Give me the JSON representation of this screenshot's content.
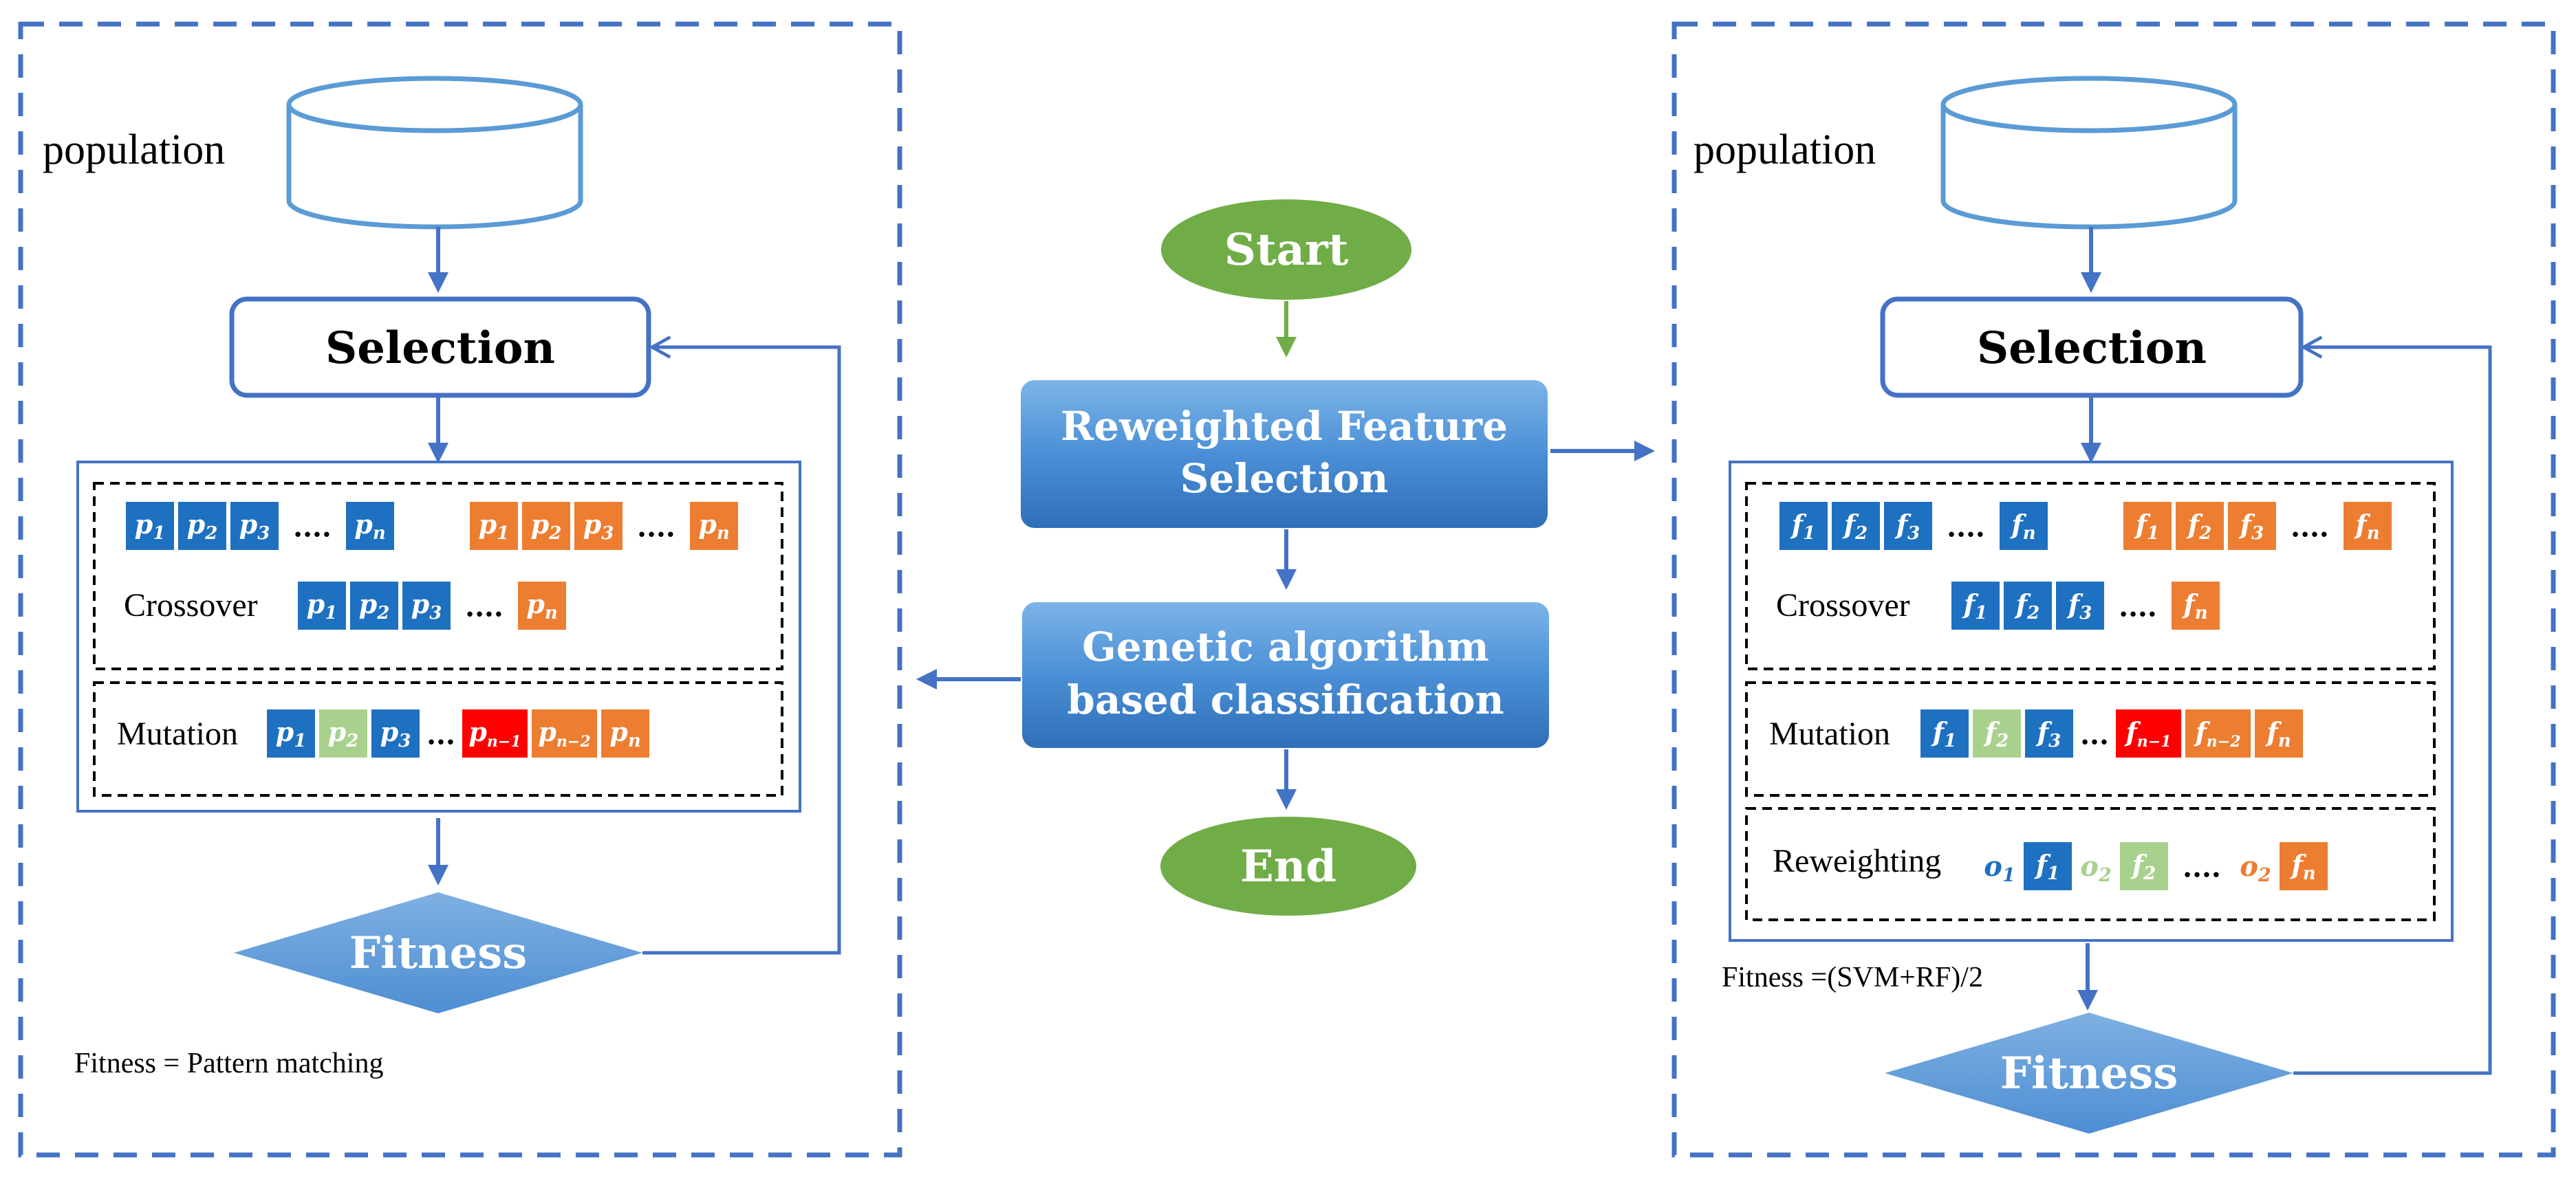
{
  "colors": {
    "blue": "#1e70c0",
    "light_green": "#a9d18e",
    "orange": "#ed7d31",
    "red": "#ff0000",
    "frame_blue": "#4472c4",
    "start_end_green": "#70ad47",
    "fitness_blue": "#5b9bd5",
    "process_blue": "#4a8fd6"
  },
  "center": {
    "start": "Start",
    "reweighted": [
      "Reweighted Feature",
      "Selection"
    ],
    "genetic": [
      "Genetic algorithm",
      "based classification"
    ],
    "end": "End"
  },
  "left_panel": {
    "population_label": "population",
    "selection_label": "Selection",
    "crossover_label": "Crossover",
    "mutation_label": "Mutation",
    "fitness_label": "Fitness",
    "fitness_formula": "Fitness = Pattern matching",
    "parent1": [
      "p1",
      "p2",
      "p3",
      "....",
      "pn"
    ],
    "parent2": [
      "p1",
      "p2",
      "p3",
      "....",
      "pn"
    ],
    "crossover_child": [
      "p1",
      "p2",
      "p3",
      "....",
      "pn"
    ],
    "mutation_child": [
      "p1",
      "p2",
      "p3",
      "...",
      "pn−1",
      "pn−2",
      "pn"
    ]
  },
  "right_panel": {
    "population_label": "population",
    "selection_label": "Selection",
    "crossover_label": "Crossover",
    "mutation_label": "Mutation",
    "reweighting_label": "Reweighting",
    "fitness_label": "Fitness",
    "fitness_formula": "Fitness =(SVM+RF)/2",
    "parent1": [
      "f1",
      "f2",
      "f3",
      "....",
      "fn"
    ],
    "parent2": [
      "f1",
      "f2",
      "f3",
      "....",
      "fn"
    ],
    "crossover_child": [
      "f1",
      "f2",
      "f3",
      "....",
      "fn"
    ],
    "mutation_child": [
      "f1",
      "f2",
      "f3",
      "...",
      "fn−1",
      "fn−2",
      "fn"
    ],
    "reweighting_items": [
      "o1",
      "f1",
      "o2",
      "f2",
      "....",
      "o2",
      "fn"
    ]
  }
}
